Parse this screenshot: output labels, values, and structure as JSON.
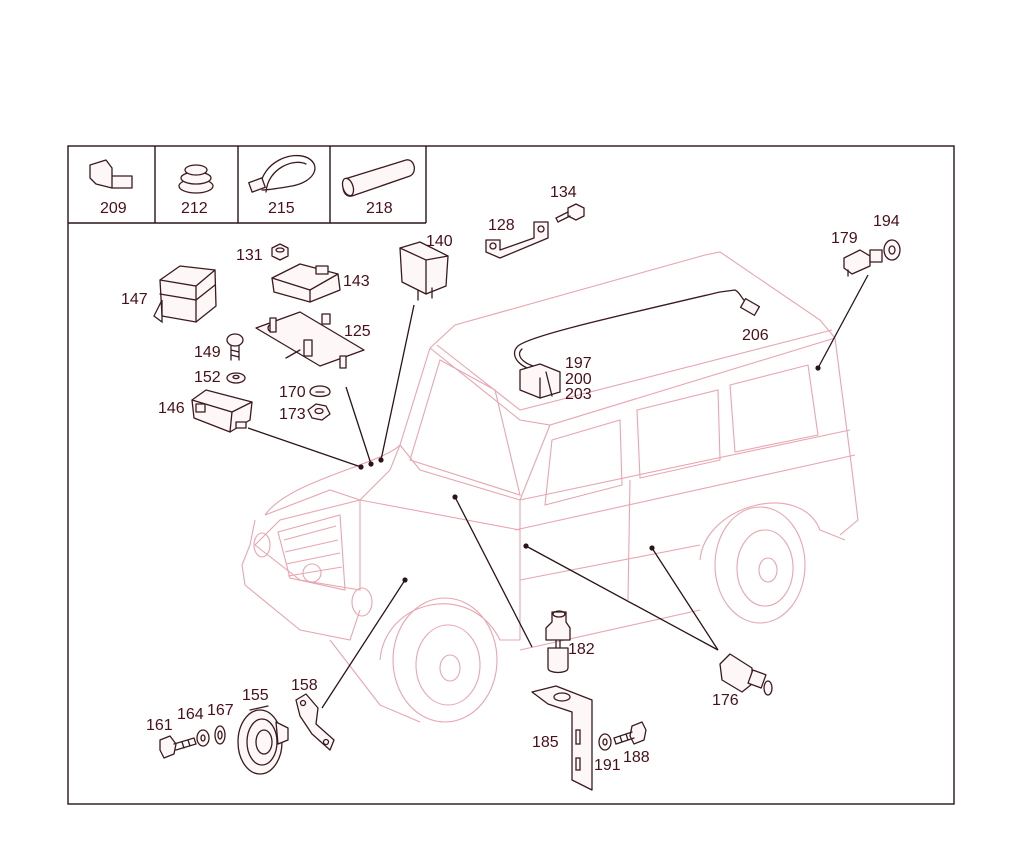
{
  "legend": {
    "items": [
      {
        "label": "209",
        "icon": "connector-icon"
      },
      {
        "label": "212",
        "icon": "grommet-icon"
      },
      {
        "label": "215",
        "icon": "cable-tie-icon"
      },
      {
        "label": "218",
        "icon": "sleeve-icon"
      }
    ]
  },
  "callouts": {
    "c125": "125",
    "c128": "128",
    "c131": "131",
    "c134": "134",
    "c140": "140",
    "c143": "143",
    "c146": "146",
    "c147": "147",
    "c149": "149",
    "c152": "152",
    "c155": "155",
    "c158": "158",
    "c161": "161",
    "c164": "164",
    "c167": "167",
    "c170": "170",
    "c173": "173",
    "c176": "176",
    "c179": "179",
    "c182": "182",
    "c185": "185",
    "c188": "188",
    "c191": "191",
    "c194": "194",
    "c197": "197",
    "c200": "200",
    "c203": "203",
    "c206": "206"
  },
  "colors": {
    "vehicle_outline": "#e8a5b0",
    "label_text": "#4a0f18",
    "line_art": "#3b1a1f"
  }
}
